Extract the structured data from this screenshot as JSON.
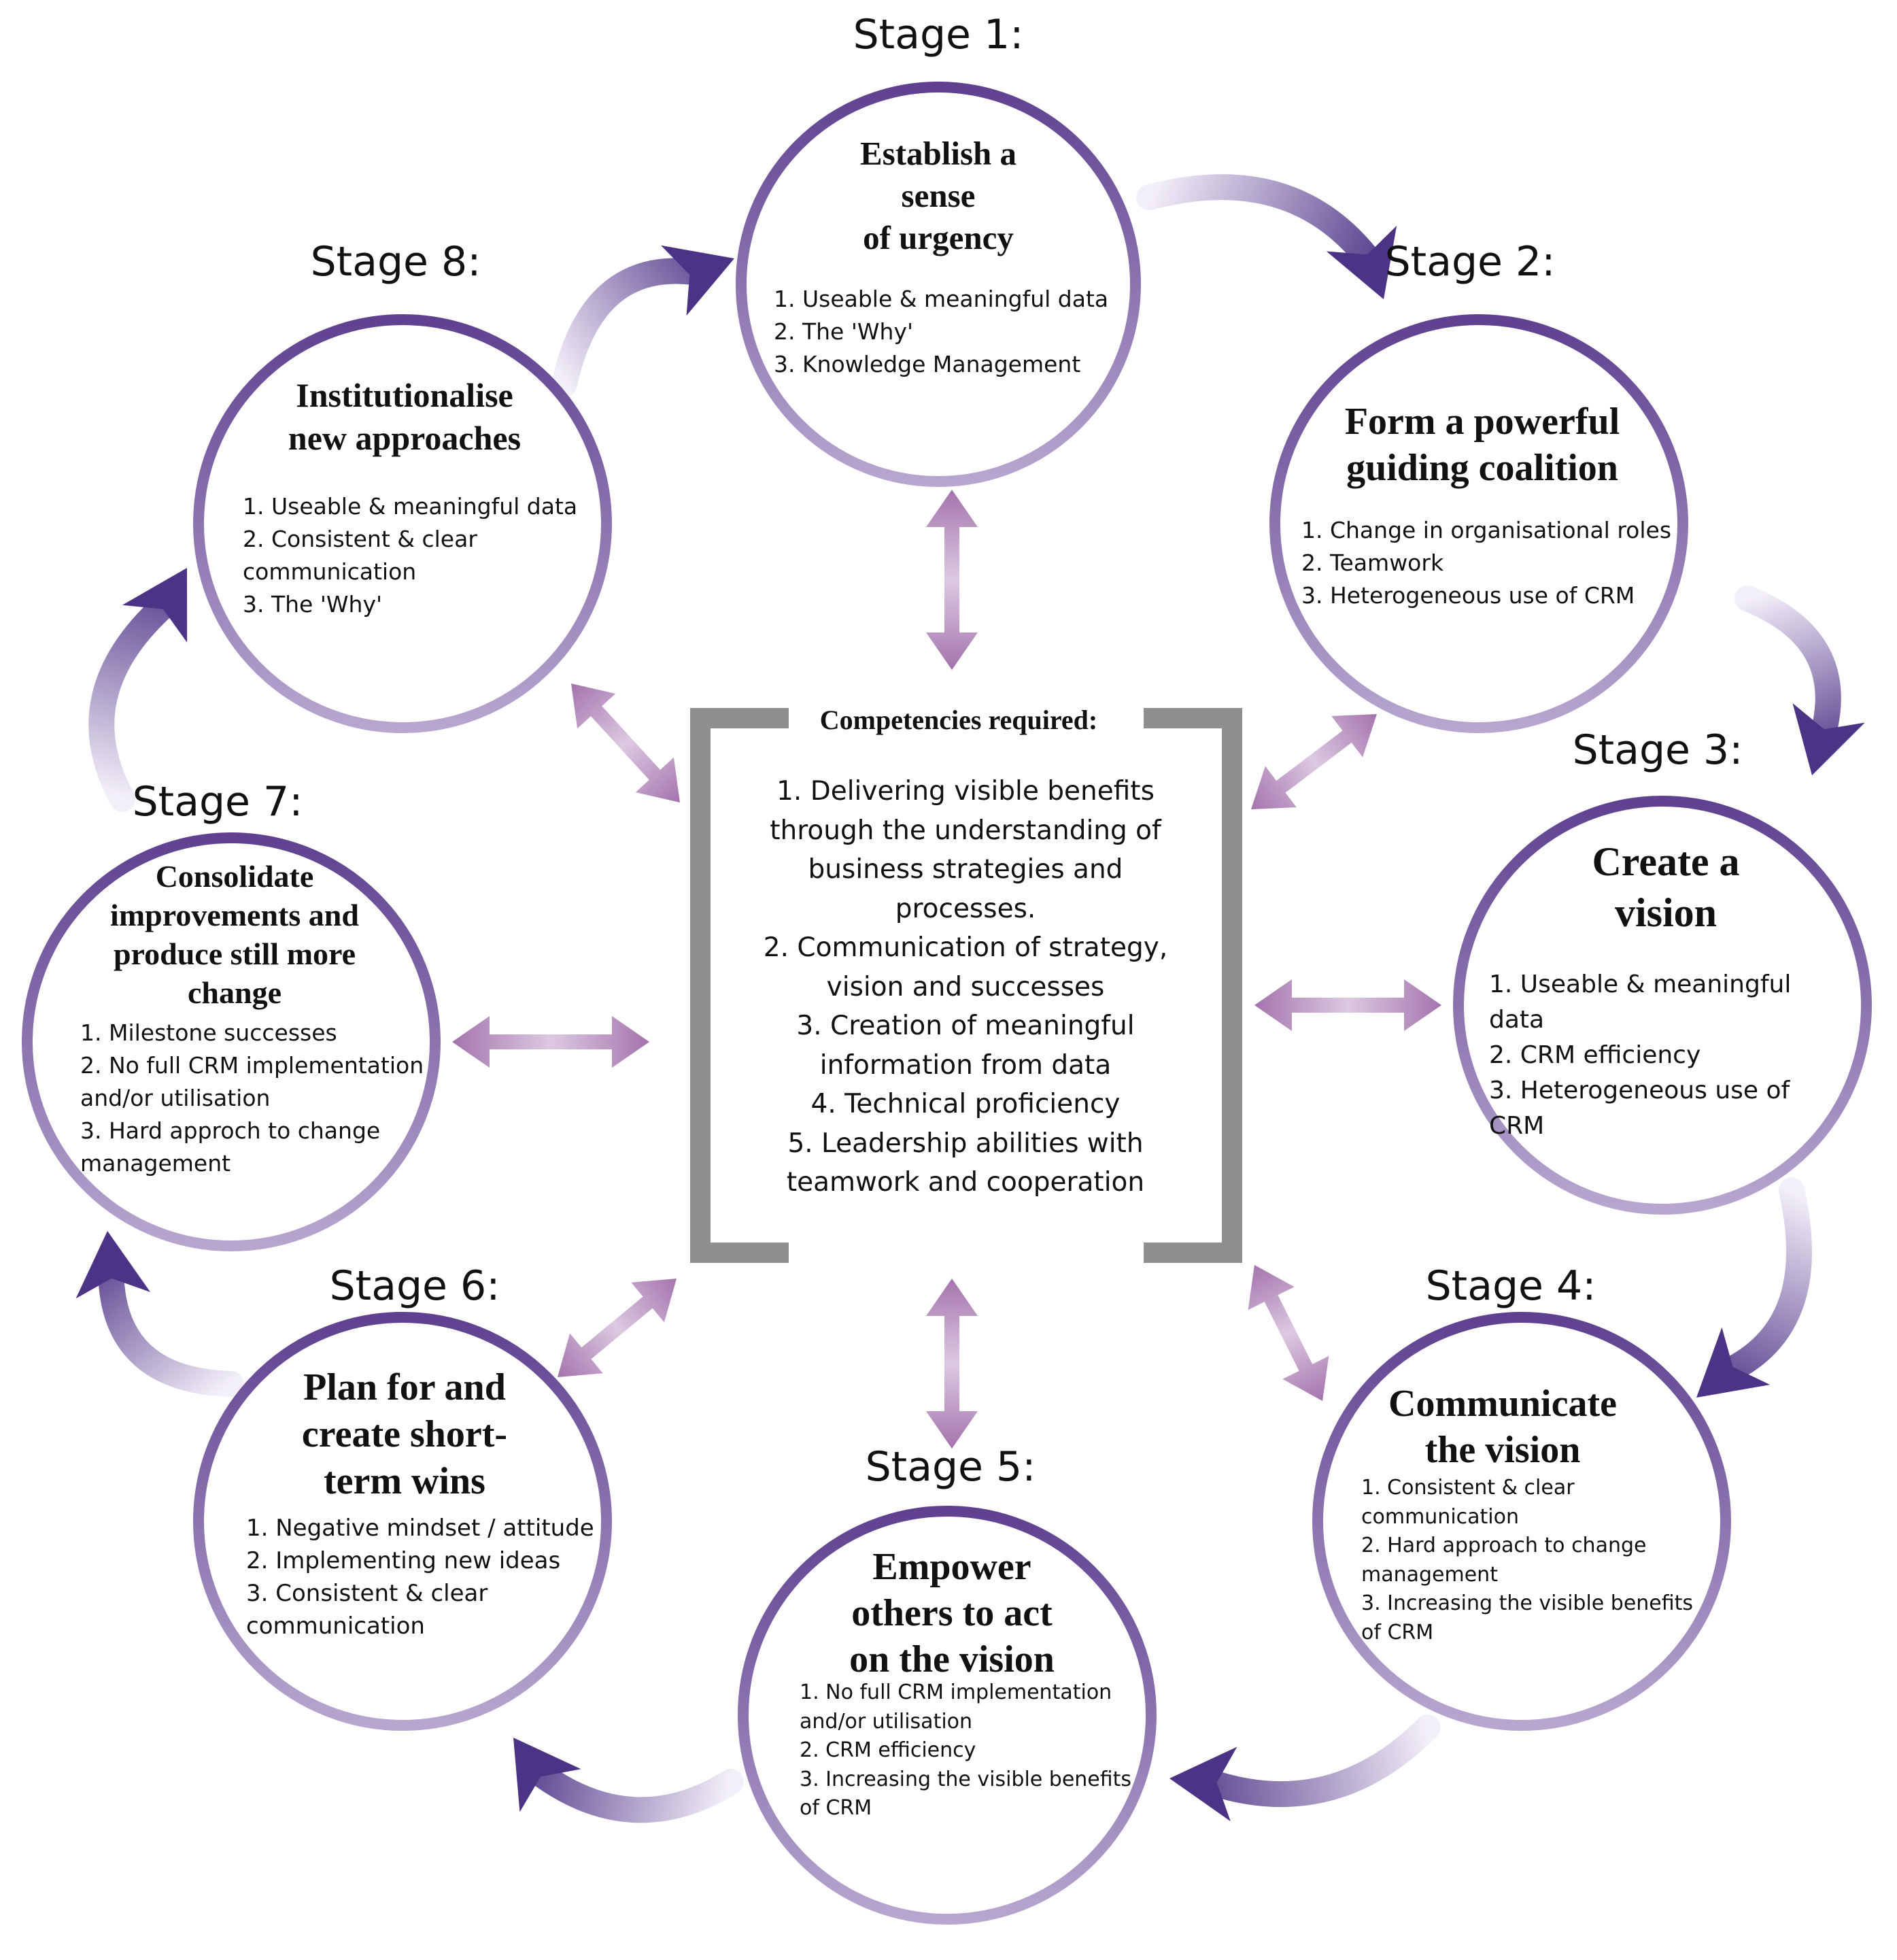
{
  "colors": {
    "ring_dark": "#5f4190",
    "ring_light": "#b8a6cf",
    "cycle_arrow_dark": "#4d3385",
    "cycle_arrow_light": "#f4f0fa",
    "double_arrow_dark": "#a474ad",
    "double_arrow_light": "#ddc9e2",
    "bracket": "#8f8f8f"
  },
  "stages": [
    {
      "label": "Stage 1:",
      "title": [
        "Establish a",
        "sense",
        "of urgency"
      ],
      "items": [
        "1. Useable & meaningful data",
        "2. The 'Why'",
        "3. Knowledge Management"
      ]
    },
    {
      "label": "Stage 2:",
      "title": [
        "Form a powerful",
        "guiding coalition"
      ],
      "items": [
        "1. Change in organisational roles",
        "2. Teamwork",
        "3. Heterogeneous use of CRM"
      ]
    },
    {
      "label": "Stage 3:",
      "title": [
        "Create a",
        "vision"
      ],
      "items": [
        "1. Useable & meaningful data",
        "2. CRM efficiency",
        "3. Heterogeneous use of CRM"
      ]
    },
    {
      "label": "Stage 4:",
      "title": [
        "Communicate",
        "the vision"
      ],
      "items": [
        "1. Consistent & clear",
        "communication",
        "2. Hard approach to change",
        "management",
        "3. Increasing the visible benefits",
        "of CRM"
      ]
    },
    {
      "label": "Stage 5:",
      "title": [
        "Empower",
        "others to act",
        "on the vision"
      ],
      "items": [
        "1. No full CRM implementation",
        " and/or utilisation",
        "2. CRM efficiency",
        "3. Increasing the visible benefits",
        "of CRM"
      ]
    },
    {
      "label": "Stage 6:",
      "title": [
        "Plan for and",
        "create short-",
        "term wins"
      ],
      "items": [
        "1. Negative mindset / attitude",
        "2. Implementing new ideas",
        "3. Consistent & clear",
        "communication"
      ]
    },
    {
      "label": "Stage 7:",
      "title": [
        "Consolidate",
        "improvements and",
        "produce still more",
        "change"
      ],
      "items": [
        "1. Milestone successes",
        "2. No full CRM implementation",
        "and/or utilisation",
        "3. Hard approch to change",
        "management"
      ]
    },
    {
      "label": "Stage 8:",
      "title": [
        "Institutionalise",
        "new approaches"
      ],
      "items": [
        "1. Useable & meaningful data",
        "2. Consistent & clear",
        "communication",
        "3. The 'Why'"
      ]
    }
  ],
  "competencies": {
    "title": "Competencies required:",
    "items": [
      "1. Delivering visible benefits",
      "through the understanding of",
      "business strategies and",
      "processes.",
      "2. Communication of strategy,",
      "vision and successes",
      "3. Creation of meaningful",
      "information from data",
      "4. Technical proficiency",
      "5. Leadership abilities with",
      "teamwork and cooperation"
    ]
  }
}
